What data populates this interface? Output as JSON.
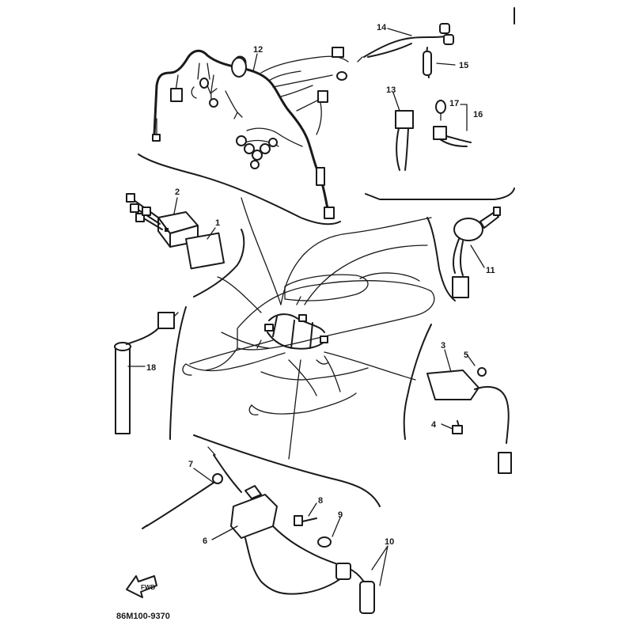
{
  "diagram": {
    "part_code": "86M100-9370",
    "direction_marker": "FWD",
    "callouts": [
      {
        "id": "c1",
        "label": "1"
      },
      {
        "id": "c2",
        "label": "2"
      },
      {
        "id": "c3",
        "label": "3"
      },
      {
        "id": "c4",
        "label": "4"
      },
      {
        "id": "c5",
        "label": "5"
      },
      {
        "id": "c6",
        "label": "6"
      },
      {
        "id": "c7",
        "label": "7"
      },
      {
        "id": "c8",
        "label": "8"
      },
      {
        "id": "c9",
        "label": "9"
      },
      {
        "id": "c10",
        "label": "10"
      },
      {
        "id": "c11",
        "label": "11"
      },
      {
        "id": "c12",
        "label": "12"
      },
      {
        "id": "c13",
        "label": "13"
      },
      {
        "id": "c14",
        "label": "14"
      },
      {
        "id": "c15",
        "label": "15"
      },
      {
        "id": "c16",
        "label": "16"
      },
      {
        "id": "c17",
        "label": "17"
      },
      {
        "id": "c18",
        "label": "18"
      }
    ]
  }
}
